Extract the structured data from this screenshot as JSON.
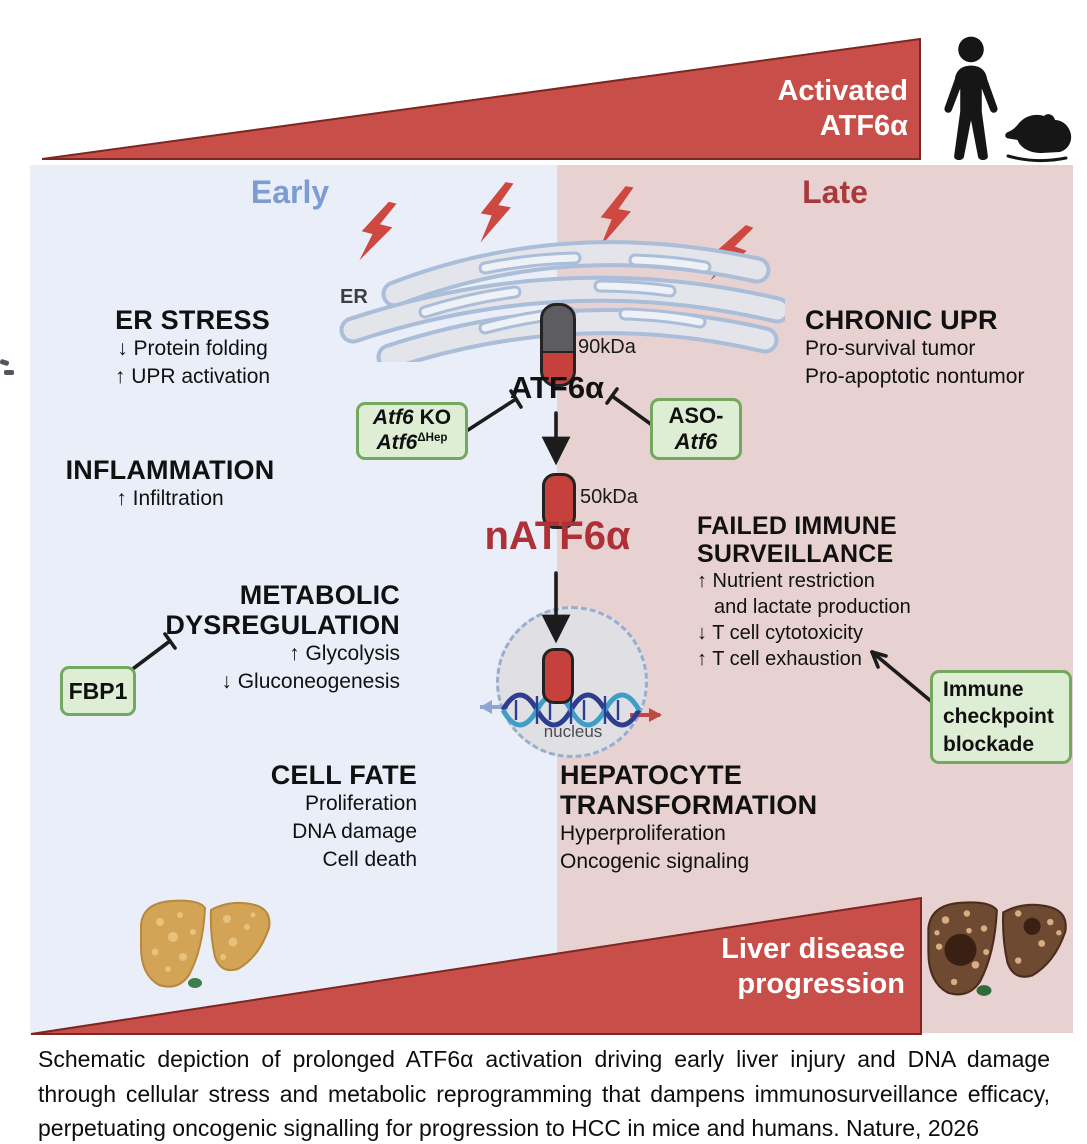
{
  "banner_top": {
    "line1": "Activated",
    "line2": "ATF6α"
  },
  "phases": {
    "early": "Early",
    "late": "Late"
  },
  "er": {
    "organelle_label": "ER"
  },
  "molecules": {
    "atf6_label": "ATF6α",
    "atf6_mass": "90kDa",
    "natf6_label": "nATF6α",
    "natf6_mass": "50kDa",
    "nucleus_label": "nucleus"
  },
  "sections": {
    "er_stress": {
      "title": "ER STRESS",
      "lines": [
        "↓ Protein folding",
        "↑ UPR activation"
      ]
    },
    "inflammation": {
      "title": "INFLAMMATION",
      "lines": [
        "↑ Infiltration"
      ]
    },
    "metabolic": {
      "title1": "METABOLIC",
      "title2": "DYSREGULATION",
      "lines": [
        "↑ Glycolysis",
        "↓ Gluconeogenesis"
      ]
    },
    "chronic_upr": {
      "title": "CHRONIC UPR",
      "lines": [
        "Pro-survival tumor",
        "Pro-apoptotic nontumor"
      ]
    },
    "immune": {
      "title1": "FAILED IMMUNE",
      "title2": "SURVEILLANCE",
      "lines": [
        "↑ Nutrient restriction",
        "and lactate production",
        "↓ T cell cytotoxicity",
        "↑ T cell exhaustion"
      ]
    },
    "cell_fate": {
      "title": "CELL FATE",
      "lines": [
        "Proliferation",
        "DNA damage",
        "Cell death"
      ]
    },
    "hepatocyte": {
      "title1": "HEPATOCYTE",
      "title2": "TRANSFORMATION",
      "lines": [
        "Hyperproliferation",
        "Oncogenic signaling"
      ]
    }
  },
  "boxes": {
    "atf6_ko": {
      "line1_italic": "Atf6",
      "line1_rest": " KO",
      "line2_italic": "Atf6",
      "line2_sup": "ΔHep"
    },
    "aso": {
      "line1": "ASO-",
      "line2_italic": "Atf6"
    },
    "fbp1": {
      "label": "FBP1"
    },
    "icb": {
      "line1": "Immune",
      "line2": "checkpoint",
      "line3": "blockade"
    }
  },
  "banner_bottom": {
    "line1": "Liver disease",
    "line2": "progression"
  },
  "caption": "Schematic depiction of prolonged ATF6α activation driving early liver injury and DNA damage through cellular stress and metabolic reprogramming that dampens immunosurveillance efficacy, perpetuating oncogenic signalling for progression to HCC in mice and humans. Nature, 2026",
  "colors": {
    "wedge_red": "#c84f49",
    "wedge_border": "#7d2622",
    "early_bg": "#e9eef8",
    "late_bg": "#e7d2d1",
    "early_text": "#7c9cd4",
    "late_text": "#a83a3c",
    "natf6_text": "#ad3136",
    "green_box_bg": "#ddeed4",
    "green_box_border": "#74a85e",
    "capsule_red": "#c6413c",
    "capsule_grey": "#5d5d61",
    "bolt_red": "#cd4840",
    "er_membrane": "#e4e5ea",
    "er_outline": "#aabdd9"
  }
}
